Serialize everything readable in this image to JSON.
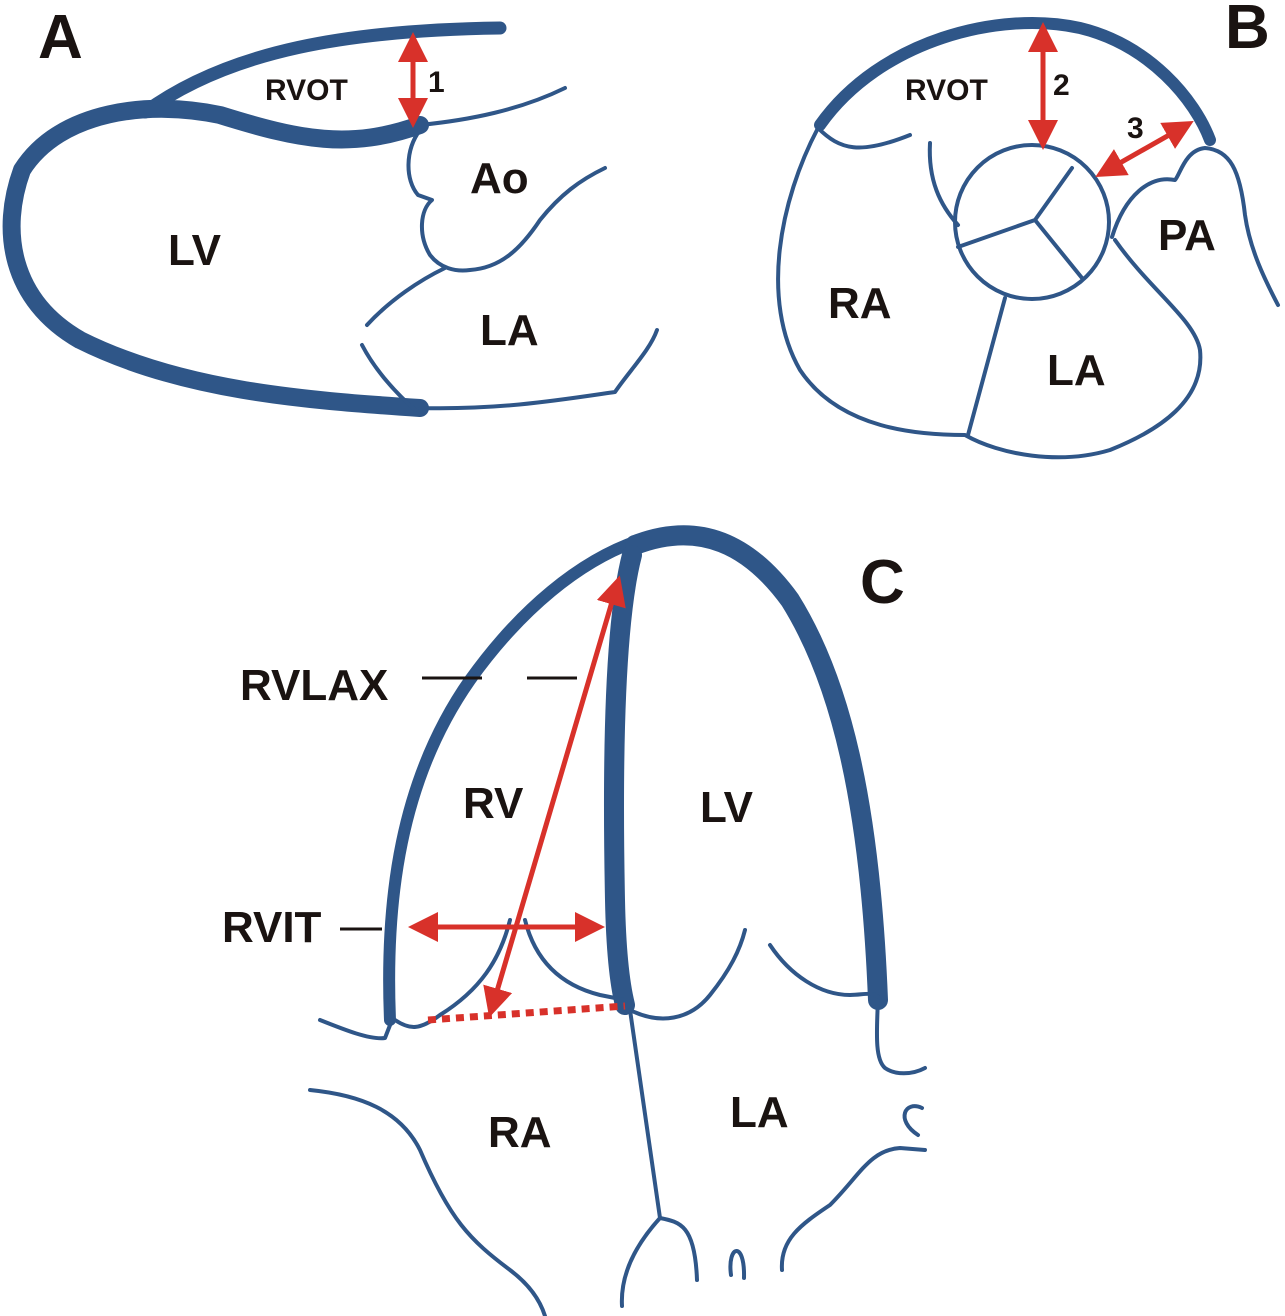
{
  "figure": {
    "colors": {
      "wall": "#2f5688",
      "measurement": "#d8312a",
      "text": "#1a1311"
    },
    "panels": [
      {
        "id": "A",
        "label": "A",
        "structures": {
          "rvot": "RVOT",
          "lv": "LV",
          "ao": "Ao",
          "la": "LA"
        },
        "measurements": [
          {
            "number": "1",
            "target": "RVOT"
          }
        ]
      },
      {
        "id": "B",
        "label": "B",
        "structures": {
          "rvot": "RVOT",
          "ra": "RA",
          "la": "LA",
          "pa": "PA"
        },
        "measurements": [
          {
            "number": "2",
            "target": "RVOT"
          },
          {
            "number": "3",
            "target": "RVOT"
          }
        ]
      },
      {
        "id": "C",
        "label": "C",
        "structures": {
          "rv": "RV",
          "lv": "LV",
          "ra": "RA",
          "la": "LA"
        },
        "measurements": [
          {
            "name": "RVLAX"
          },
          {
            "name": "RVIT"
          }
        ]
      }
    ]
  }
}
